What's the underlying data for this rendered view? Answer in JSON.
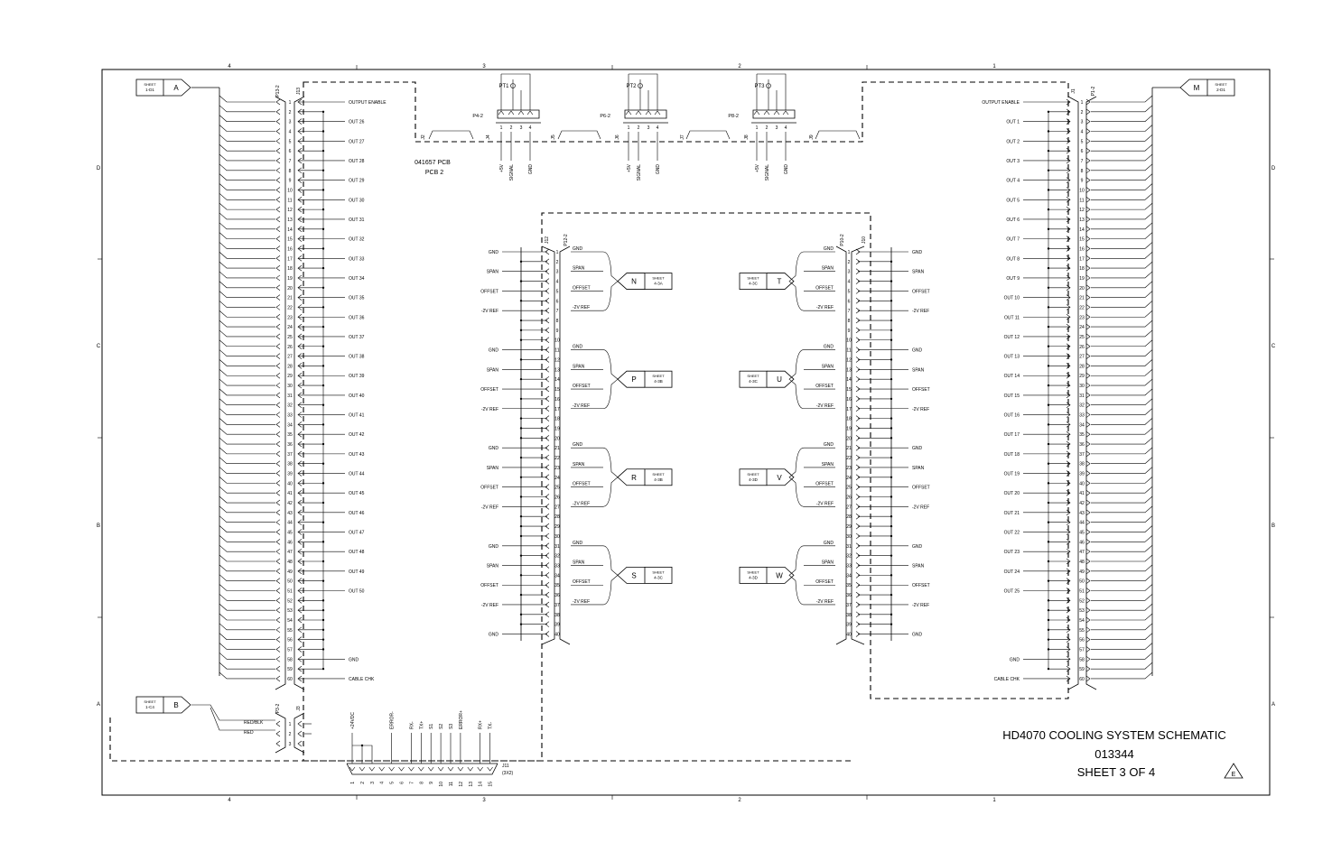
{
  "title_block": {
    "title": "HD4070 COOLING SYSTEM SCHEMATIC",
    "drawing_number": "013344",
    "sheet": "SHEET 3 OF 4",
    "revision": "E"
  },
  "frame": {
    "zones_top": [
      "4",
      "3",
      "2",
      "1"
    ],
    "zones_side": [
      "D",
      "C",
      "B",
      "A"
    ]
  },
  "pcb": {
    "part": "041657 PCB",
    "name": "PCB 2"
  },
  "offsheet_refs": [
    {
      "letter": "A",
      "sheet_label": "SHEET",
      "sheet_ref": "1-D1"
    },
    {
      "letter": "B",
      "sheet_label": "SHEET",
      "sheet_ref": "1-C4"
    },
    {
      "letter": "M",
      "sheet_label": "SHEET",
      "sheet_ref": "2-D1"
    },
    {
      "letter": "N",
      "sheet_label": "SHEET",
      "sheet_ref": "4-3A"
    },
    {
      "letter": "P",
      "sheet_label": "SHEET",
      "sheet_ref": "4-3B"
    },
    {
      "letter": "R",
      "sheet_label": "SHEET",
      "sheet_ref": "4-3B"
    },
    {
      "letter": "S",
      "sheet_label": "SHEET",
      "sheet_ref": "4-3C"
    },
    {
      "letter": "T",
      "sheet_label": "SHEET",
      "sheet_ref": "4-3C"
    },
    {
      "letter": "U",
      "sheet_label": "SHEET",
      "sheet_ref": "4-3C"
    },
    {
      "letter": "V",
      "sheet_label": "SHEET",
      "sheet_ref": "4-3D"
    },
    {
      "letter": "W",
      "sheet_label": "SHEET",
      "sheet_ref": "4-3D"
    }
  ],
  "connectors": {
    "left_plug": "P13-2",
    "left_jack": "J13",
    "right_jack": "J1",
    "right_plug": "P1-2",
    "mid_left_jack": "J12",
    "mid_left_plug": "P12-2",
    "mid_right_plug": "P10-2",
    "mid_right_jack": "J10",
    "small_plug": "P3-2",
    "small_jack": "J3",
    "comm_jack": "J11",
    "comm_type": "(3X2)",
    "top_jacks": [
      "J2",
      "J4",
      "J5",
      "J6",
      "J7",
      "J8",
      "J9"
    ]
  },
  "sensors": [
    {
      "name": "PT1",
      "plug": "P4-2"
    },
    {
      "name": "PT2",
      "plug": "P6-2"
    },
    {
      "name": "PT3",
      "plug": "P8-2"
    }
  ],
  "sensor_pins": [
    "1",
    "2",
    "3",
    "4"
  ],
  "sensor_signals": [
    "+5V",
    "SIGNAL",
    "GND"
  ],
  "left_labels": [
    "OUTPUT ENABLE",
    "",
    "OUT 26",
    "",
    "OUT 27",
    "",
    "OUT 28",
    "",
    "OUT 29",
    "",
    "OUT 30",
    "",
    "OUT 31",
    "",
    "OUT 32",
    "",
    "OUT 33",
    "",
    "OUT 34",
    "",
    "OUT 35",
    "",
    "OUT 36",
    "",
    "OUT 37",
    "",
    "OUT 38",
    "",
    "OUT 39",
    "",
    "OUT 40",
    "",
    "OUT 41",
    "",
    "OUT 42",
    "",
    "OUT 43",
    "",
    "OUT 44",
    "",
    "OUT 45",
    "",
    "OUT 46",
    "",
    "OUT 47",
    "",
    "OUT 48",
    "",
    "OUT 49",
    "",
    "OUT 50",
    "",
    "",
    "",
    "",
    "",
    "",
    "GND",
    "",
    "CABLE CHK"
  ],
  "right_labels": [
    "OUTPUT ENABLE",
    "",
    "OUT 1",
    "",
    "OUT 2",
    "",
    "OUT 3",
    "",
    "OUT 4",
    "",
    "OUT 5",
    "",
    "OUT 6",
    "",
    "OUT 7",
    "",
    "OUT 8",
    "",
    "OUT 9",
    "",
    "OUT 10",
    "",
    "OUT 11",
    "",
    "OUT 12",
    "",
    "OUT 13",
    "",
    "OUT 14",
    "",
    "OUT 15",
    "",
    "OUT 16",
    "",
    "OUT 17",
    "",
    "OUT 18",
    "",
    "OUT 19",
    "",
    "OUT 20",
    "",
    "OUT 21",
    "",
    "OUT 22",
    "",
    "OUT 23",
    "",
    "OUT 24",
    "",
    "OUT 25",
    "",
    "",
    "",
    "",
    "",
    "",
    "GND",
    "",
    "CABLE CHK"
  ],
  "mid_labels": [
    "GND",
    "",
    "SPAN",
    "",
    "OFFSET",
    "",
    "-2V REF",
    "",
    "",
    "",
    "GND",
    "",
    "SPAN",
    "",
    "OFFSET",
    "",
    "-2V REF",
    "",
    "",
    "",
    "GND",
    "",
    "SPAN",
    "",
    "OFFSET",
    "",
    "-2V REF",
    "",
    "",
    "",
    "GND",
    "",
    "SPAN",
    "",
    "OFFSET",
    "",
    "-2V REF",
    "",
    "",
    "GND"
  ],
  "group_labels": [
    "GND",
    "SPAN",
    "OFFSET",
    "-2V REF"
  ],
  "small_conn": {
    "pins": [
      "1",
      "2",
      "3"
    ],
    "labels": [
      "RED/BLK",
      "RED"
    ]
  },
  "comm_pins": [
    "1",
    "2",
    "3",
    "4",
    "5",
    "6",
    "7",
    "8",
    "9",
    "10",
    "11",
    "12",
    "13",
    "14",
    "15"
  ],
  "comm_signals": [
    "+24VDC",
    "",
    "",
    "",
    "ERROR-",
    "",
    "RX-",
    "TX+",
    "S1",
    "S2",
    "S3",
    "ERROR+",
    "",
    "RX+",
    "TX-"
  ]
}
